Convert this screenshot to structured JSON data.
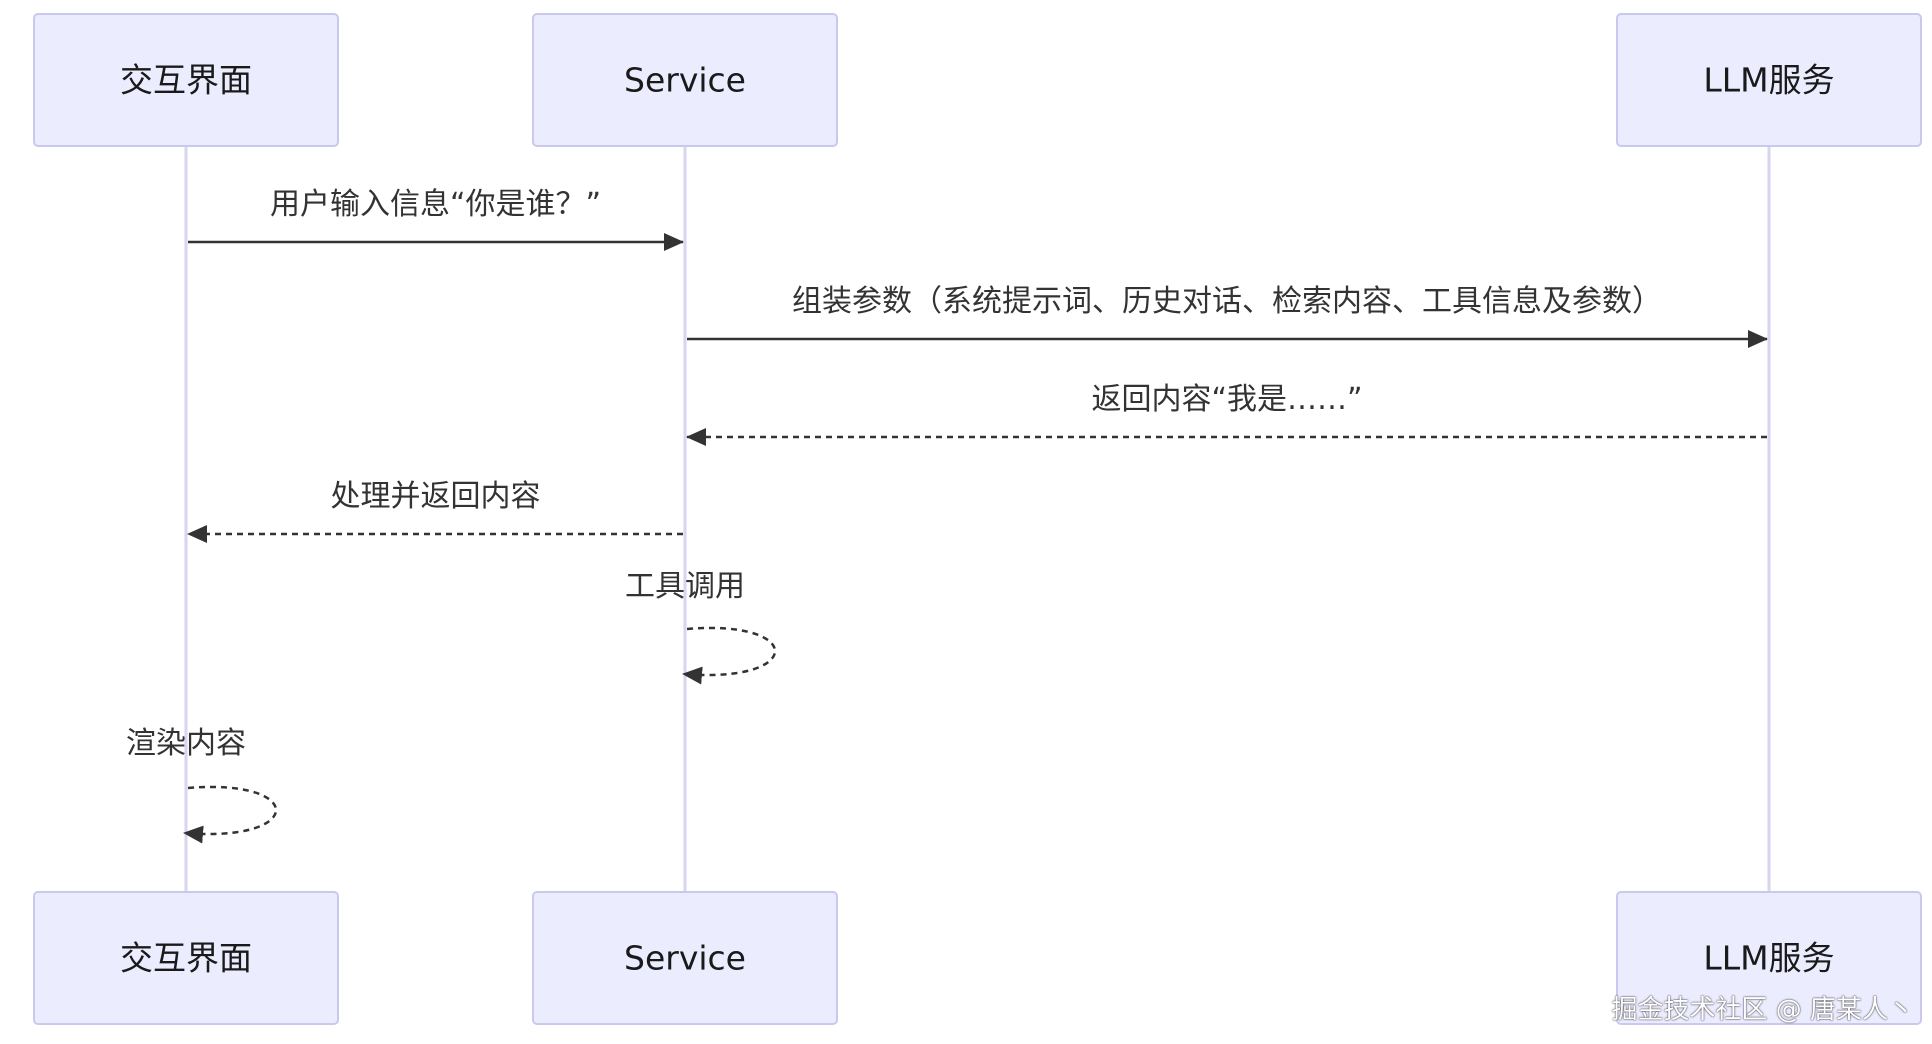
{
  "participants": [
    {
      "id": "ui",
      "label": "交互界面"
    },
    {
      "id": "service",
      "label": "Service"
    },
    {
      "id": "llm",
      "label": "LLM服务"
    }
  ],
  "messages": [
    {
      "from": "ui",
      "to": "service",
      "label": "用户输入信息“你是谁？”",
      "style": "solid"
    },
    {
      "from": "service",
      "to": "llm",
      "label": "组装参数（系统提示词、历史对话、检索内容、工具信息及参数）",
      "style": "solid"
    },
    {
      "from": "llm",
      "to": "service",
      "label": "返回内容“我是……”",
      "style": "dashed"
    },
    {
      "from": "service",
      "to": "ui",
      "label": "处理并返回内容",
      "style": "dashed"
    },
    {
      "from": "service",
      "to": "service",
      "label": "工具调用",
      "style": "dashed"
    },
    {
      "from": "ui",
      "to": "ui",
      "label": "渲染内容",
      "style": "dashed"
    }
  ],
  "watermark": "掘金技术社区 @ 唐某人丶",
  "colors": {
    "actor_fill": "#ececff",
    "actor_stroke": "#c9c9ee",
    "lifeline": "#d6d6ef",
    "arrow": "#333333"
  }
}
